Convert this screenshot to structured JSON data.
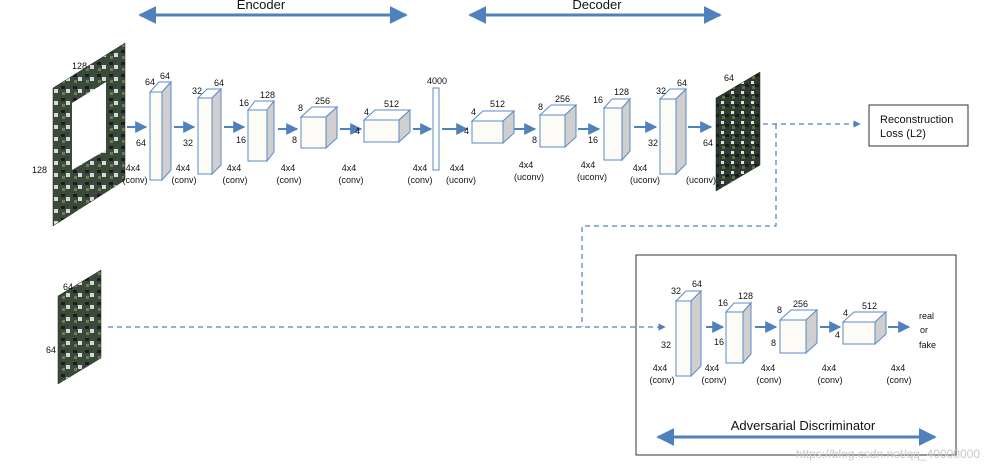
{
  "header": {
    "encoder_label": "Encoder",
    "decoder_label": "Decoder"
  },
  "input": {
    "width": "128",
    "height": "128"
  },
  "encoder": [
    {
      "c": "64",
      "w": "64",
      "h": "64",
      "op1": "4x4",
      "op2": "(conv)"
    },
    {
      "c": "64",
      "w": "32",
      "h": "32",
      "op1": "4x4",
      "op2": "(conv)"
    },
    {
      "c": "128",
      "w": "16",
      "h": "16",
      "op1": "4x4",
      "op2": "(conv)"
    },
    {
      "c": "256",
      "w": "8",
      "h": "8",
      "op1": "4x4",
      "op2": "(conv)"
    },
    {
      "c": "512",
      "w": "4",
      "h": "4",
      "op1": "4x4",
      "op2": "(conv)"
    }
  ],
  "bottleneck": {
    "c": "4000",
    "op1": "4x4",
    "op2": "(conv)"
  },
  "decoder": [
    {
      "c": "512",
      "w": "4",
      "h": "4",
      "op1": "4x4",
      "op2": "(uconv)"
    },
    {
      "c": "256",
      "w": "8",
      "h": "8",
      "op1": "4x4",
      "op2": "(uconv)"
    },
    {
      "c": "128",
      "w": "16",
      "h": "16",
      "op1": "4x4",
      "op2": "(uconv)"
    },
    {
      "c": "64",
      "w": "32",
      "h": "32",
      "op1": "4x4",
      "op2": "(uconv)"
    }
  ],
  "output": {
    "width": "64",
    "height": "64"
  },
  "reconstruction": {
    "line1": "Reconstruction",
    "line2": "Loss (L2)"
  },
  "real_input": {
    "width": "64",
    "height": "64"
  },
  "discriminator": {
    "title": "Adversarial Discriminator",
    "layers": [
      {
        "c": "64",
        "w": "32",
        "h": "32",
        "op1": "4x4",
        "op2": "(conv)"
      },
      {
        "c": "128",
        "w": "16",
        "h": "16",
        "op1": "4x4",
        "op2": "(conv)"
      },
      {
        "c": "256",
        "w": "8",
        "h": "8",
        "op1": "4x4",
        "op2": "(conv)"
      },
      {
        "c": "512",
        "w": "4",
        "h": "4",
        "op1": "4x4",
        "op2": "(conv)"
      }
    ],
    "final_op1": "4x4",
    "final_op2": "(conv)",
    "output_line1": "real",
    "output_line2": "or",
    "output_line3": "fake"
  },
  "colors": {
    "arrow": "#4f81bd",
    "dashed": "#4f81bd",
    "box_front": "#fdfbf5",
    "box_side": "#cfcfcf",
    "box_top": "#ffffff",
    "box_edge": "#5b8bc4"
  },
  "watermark": "https://blog.csdn.net/qq_40000000"
}
